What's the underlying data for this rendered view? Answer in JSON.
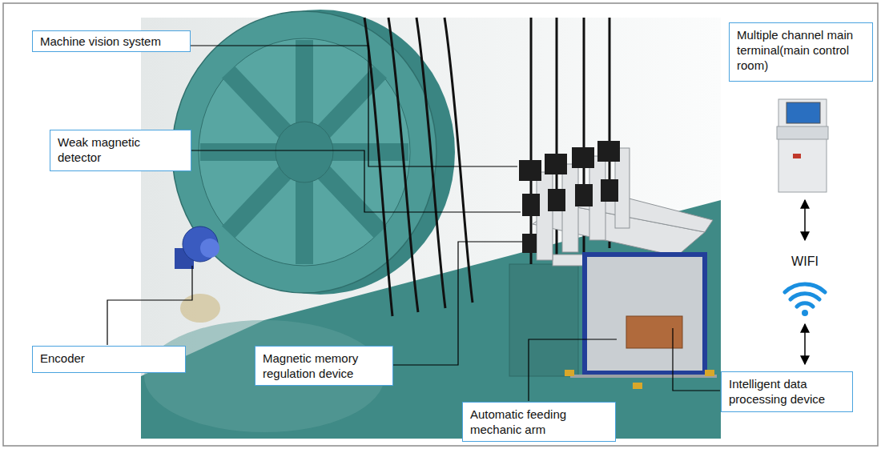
{
  "diagram": {
    "nodes": [
      {
        "text": [
          "Machine vision system"
        ]
      },
      {
        "text": [
          "Weak magnetic detector"
        ]
      },
      {
        "text": [
          "Multiple channel main terminal(main control room)"
        ]
      },
      {
        "text": [
          "Encoder"
        ]
      },
      {
        "text": [
          "Magnetic memory regulation device"
        ]
      },
      {
        "text": [
          "Intelligent data processing device"
        ]
      },
      {
        "text": [
          "Automatic feeding mechanic arm"
        ]
      }
    ],
    "labels": [
      "WIFI"
    ]
  }
}
